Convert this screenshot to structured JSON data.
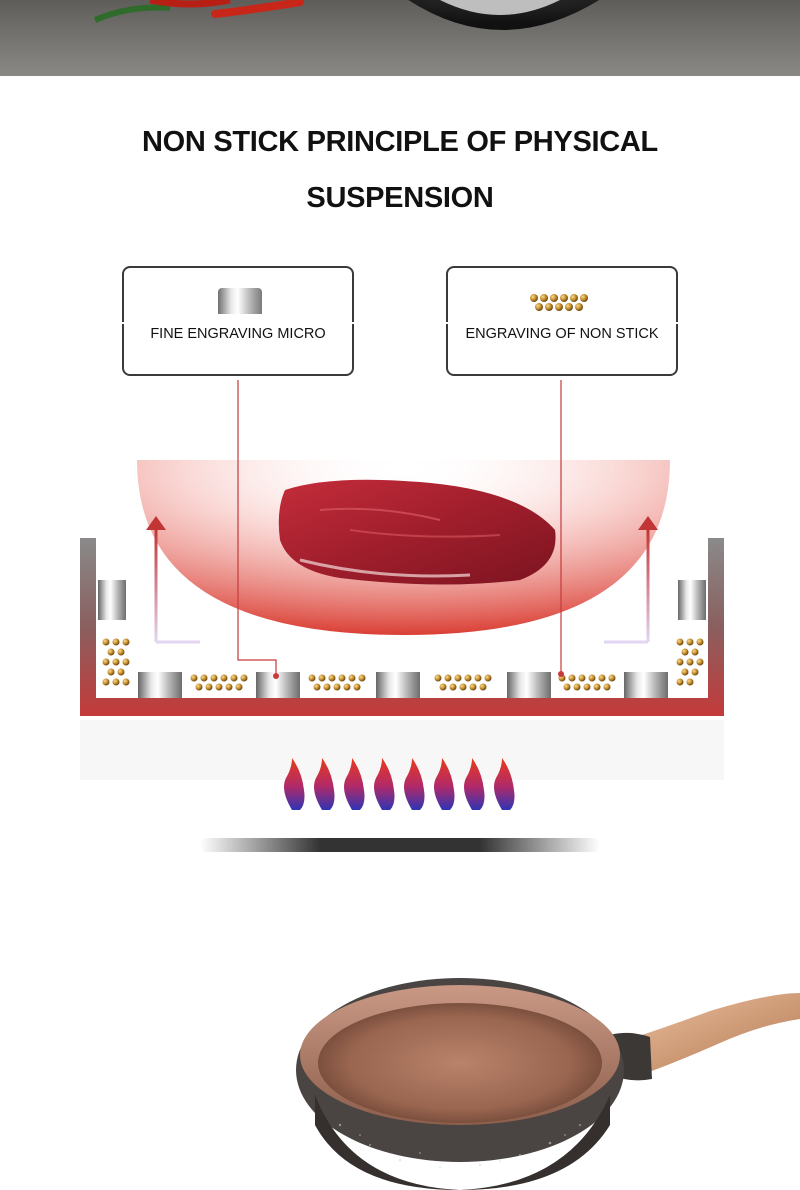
{
  "heading": {
    "line1": "NON STICK PRINCIPLE OF PHYSICAL",
    "line2": "SUSPENSION"
  },
  "callouts": {
    "left_label": "FINE ENGRAVING  MICRO",
    "right_label": "ENGRAVING OF NON STICK"
  },
  "colors": {
    "heading": "#111111",
    "pan_wall": "#b25757",
    "heat_glow": "#e0382c",
    "pointer_line": "#c63a3a",
    "bead_gold": "#c28a2c",
    "flame_red": "#e0331e",
    "flame_blue": "#3a3ab0"
  }
}
